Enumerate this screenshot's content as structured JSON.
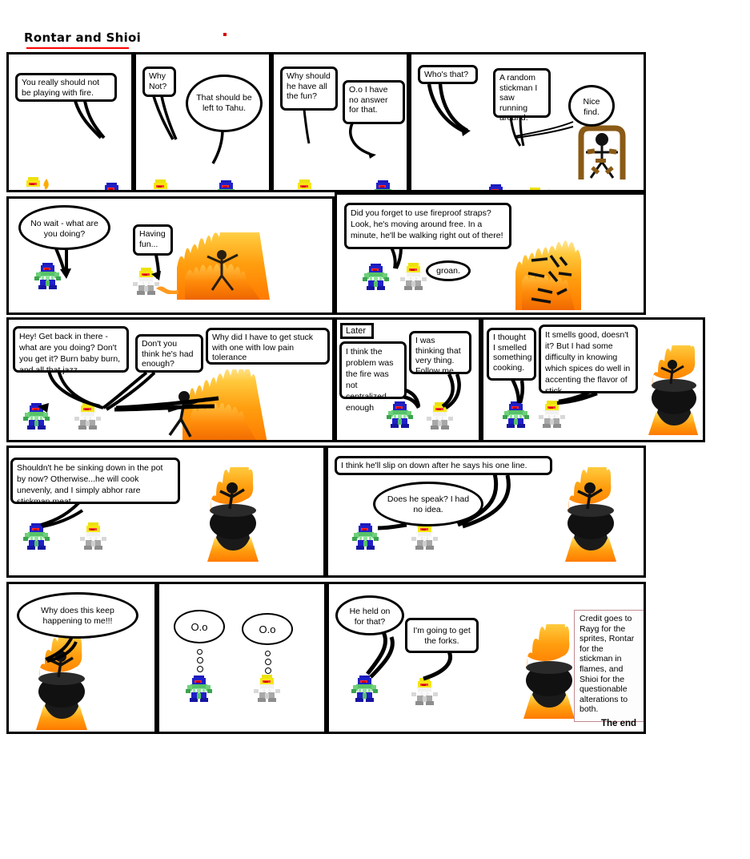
{
  "comic": {
    "title": "Rontar and Shioi",
    "the_end": "The end",
    "credit": "Credit goes to Rayg for the sprites, Rontar for the stickman in flames, and Shioi for the questionable alterations to both.",
    "characters": {
      "blue": "blue-green-bionicle-sprite",
      "yellow": "yellow-white-bionicle-sprite",
      "stickman": "stickman-figure"
    },
    "rows": [
      {
        "row": 1,
        "panels": [
          {
            "id": "p1",
            "bubbles": [
              {
                "text": "You really should not be playing with fire.",
                "shape": "rect"
              }
            ]
          },
          {
            "id": "p2",
            "bubbles": [
              {
                "text": "Why Not?",
                "shape": "rect"
              },
              {
                "text": "That should be left to Tahu.",
                "shape": "oval"
              }
            ]
          },
          {
            "id": "p3",
            "bubbles": [
              {
                "text": "Why should he have all the fun?",
                "shape": "rect"
              },
              {
                "text": "O.o  I have no answer for that.",
                "shape": "rect"
              }
            ]
          },
          {
            "id": "p4",
            "bubbles": [
              {
                "text": "Who's that?",
                "shape": "rect"
              },
              {
                "text": "A random stickman I saw running around.",
                "shape": "rect"
              },
              {
                "text": "Nice find.",
                "shape": "oval"
              }
            ]
          }
        ]
      },
      {
        "row": 2,
        "panels": [
          {
            "id": "p5",
            "bubbles": [
              {
                "text": "No wait - what are you doing?",
                "shape": "oval"
              },
              {
                "text": "Having fun...",
                "shape": "rect"
              }
            ]
          },
          {
            "id": "p6",
            "bubbles": [
              {
                "text": "Did you forget to use fireproof straps? Look, he's moving around free. In a minute, he'll be walking right out of there!",
                "shape": "rect"
              },
              {
                "text": "groan.",
                "shape": "oval"
              }
            ]
          }
        ]
      },
      {
        "row": 3,
        "panels": [
          {
            "id": "p7",
            "bubbles": [
              {
                "text": "Hey! Get back in there - what are you doing? Don't you get it? Burn baby burn, and all that jazz.",
                "shape": "rect"
              },
              {
                "text": "Don't you think he's had enough?",
                "shape": "rect"
              },
              {
                "text": "Why did I have to get stuck with one with low pain tolerance",
                "shape": "rect"
              }
            ]
          },
          {
            "id": "p8",
            "caption": "Later",
            "bubbles": [
              {
                "text": "I think the problem was the fire was not centralized enough",
                "shape": "rect"
              },
              {
                "text": "I was thinking that very thing. Follow me...",
                "shape": "rect"
              }
            ]
          },
          {
            "id": "p9",
            "bubbles": [
              {
                "text": "I thought I smelled something cooking.",
                "shape": "rect"
              },
              {
                "text": "It smells good, doesn't it? But I had some difficulty in knowing which spices do well in accenting the flavor of stick.",
                "shape": "rect"
              }
            ]
          }
        ]
      },
      {
        "row": 4,
        "panels": [
          {
            "id": "p10",
            "bubbles": [
              {
                "text": "Shouldn't he be sinking down in the pot by now? Otherwise...he will cook unevenly, and I simply abhor rare stickman meat.",
                "shape": "rect"
              }
            ]
          },
          {
            "id": "p11",
            "bubbles": [
              {
                "text": "I think he'll slip on down after he says his one line.",
                "shape": "rect"
              },
              {
                "text": "Does he speak? I had no idea.",
                "shape": "oval"
              }
            ]
          }
        ]
      },
      {
        "row": 5,
        "panels": [
          {
            "id": "p12",
            "bubbles": [
              {
                "text": "Why does this keep happening to me!!!",
                "shape": "oval"
              }
            ]
          },
          {
            "id": "p13",
            "bubbles": [
              {
                "text": "O.o",
                "shape": "thinoval"
              },
              {
                "text": "O.o",
                "shape": "thinoval"
              }
            ]
          },
          {
            "id": "p14",
            "bubbles": [
              {
                "text": "He held on for that?",
                "shape": "oval"
              },
              {
                "text": "I'm going to get the forks.",
                "shape": "rect"
              }
            ]
          }
        ]
      }
    ]
  },
  "colors": {
    "title_rule": "#ff0000",
    "panel_border": "#000000",
    "credit_border": "#c08a90",
    "fire_outer": "#ff9a1f",
    "fire_inner": "#ffd24a",
    "rack_brown": "#8a5a16",
    "sprite_blue": "#1b1bbd",
    "sprite_green": "#6fd07a",
    "sprite_yellow": "#ede10b",
    "sprite_grey": "#d8d8d8"
  }
}
